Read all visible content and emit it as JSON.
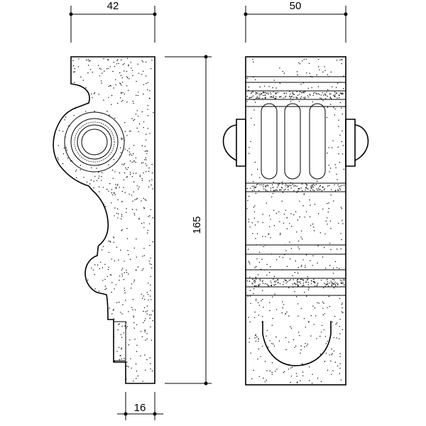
{
  "dimensions": {
    "side_width": "42",
    "front_width": "50",
    "height": "165",
    "base_depth": "16"
  },
  "colors": {
    "line": "#000000",
    "background": "#ffffff"
  }
}
